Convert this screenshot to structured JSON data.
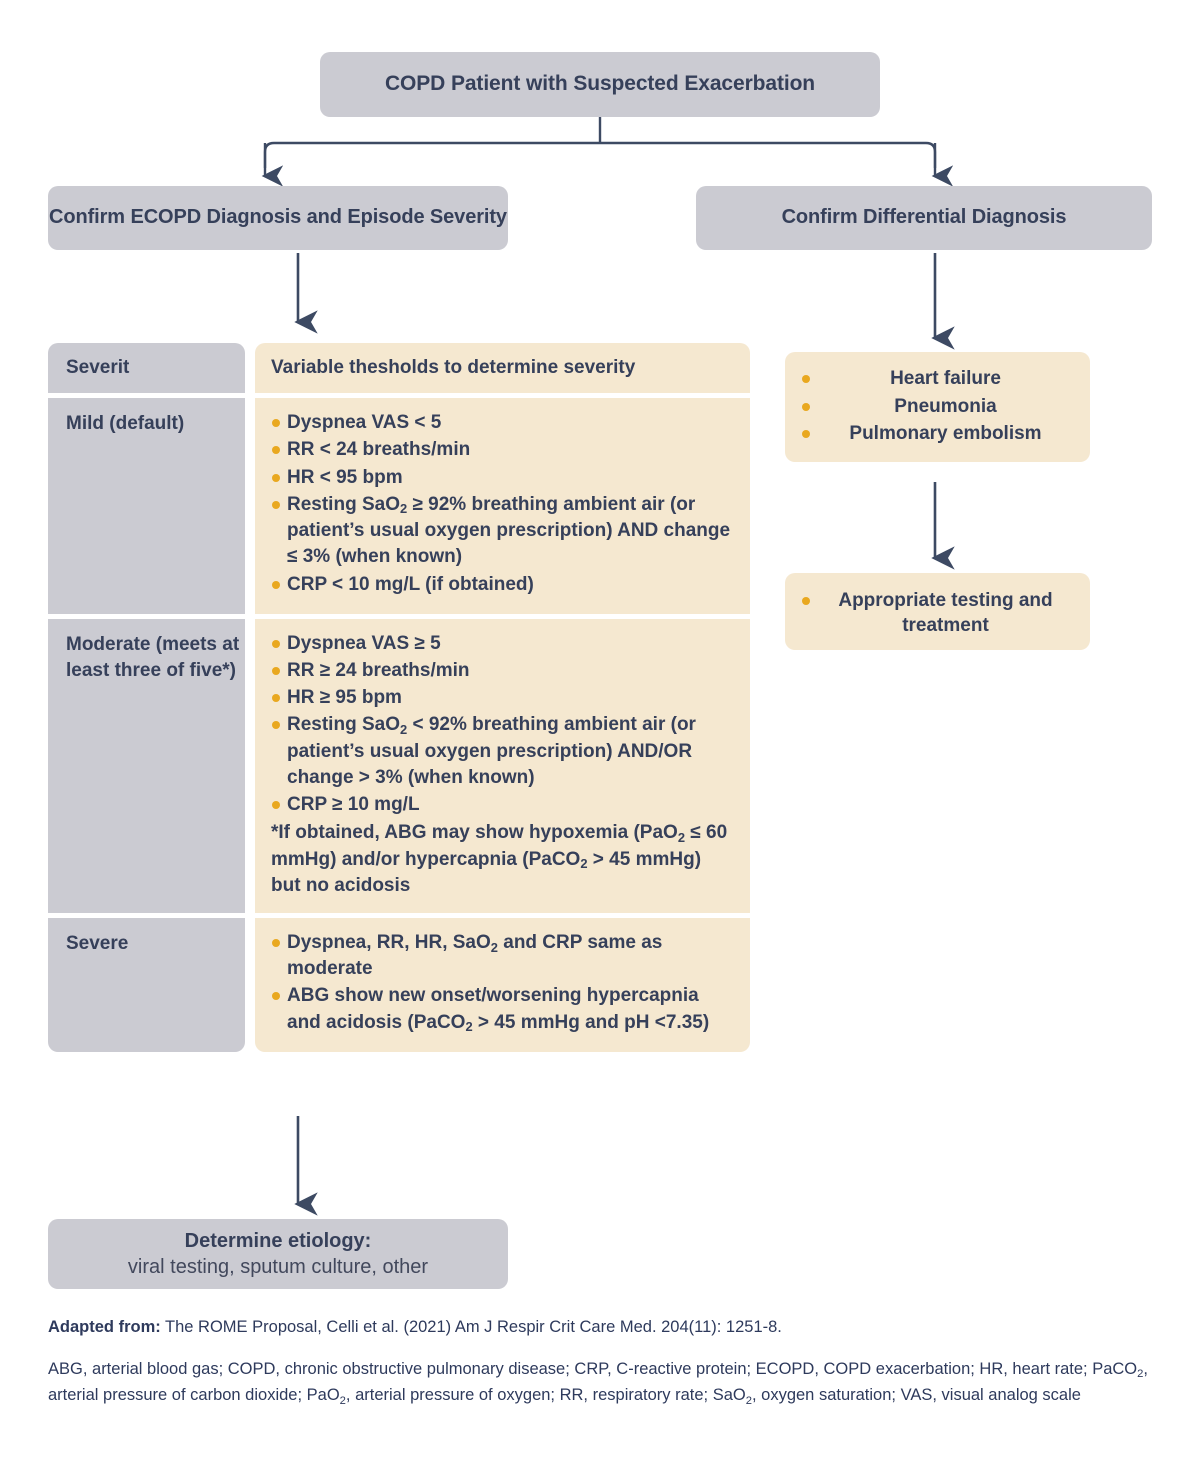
{
  "colors": {
    "grey_box": "#cbcbd2",
    "cream_box": "#f5e8d0",
    "text_navy": "#36405a",
    "bullet_gold": "#e9a81f",
    "connector": "#3d4a63"
  },
  "root": {
    "label": "COPD Patient with Suspected Exacerbation"
  },
  "branches": {
    "left": {
      "label": "Confirm ECOPD Diagnosis and Episode Severity"
    },
    "right": {
      "label": "Confirm Differential Diagnosis"
    }
  },
  "severity_table": {
    "header": {
      "label": "Severit",
      "body": "Variable thesholds to determine severity"
    },
    "rows": [
      {
        "label": "Mild (default)",
        "bullets": [
          "Dyspnea VAS < 5",
          "RR < 24 breaths/min",
          "HR < 95 bpm",
          "Resting SaO<sub>2</sub> ≥ 92% breathing ambient air (or patient’s usual oxygen prescription) AND change ≤ 3% (when known)",
          "CRP < 10 mg/L (if obtained)"
        ],
        "note": ""
      },
      {
        "label": "Moderate (meets at least three of five*)",
        "bullets": [
          "Dyspnea VAS  ≥ 5",
          "RR ≥ 24 breaths/min",
          "HR ≥ 95 bpm",
          "Resting SaO<sub>2</sub> < 92% breathing ambient air (or patient’s usual oxygen prescription) AND/OR change > 3% (when known)",
          "CRP ≥ 10 mg/L"
        ],
        "note": "*If obtained, ABG may show hypoxemia (PaO<sub>2</sub> ≤ 60 mmHg) and/or hypercapnia (PaCO<sub>2</sub> > 45 mmHg) but no acidosis"
      },
      {
        "label": "Severe",
        "bullets": [
          "Dyspnea, RR, HR, SaO<sub>2</sub> and CRP same as moderate",
          "ABG show new onset/worsening hypercapnia and acidosis (PaCO<sub>2</sub> > 45 mmHg and pH <7.35)"
        ],
        "note": ""
      }
    ]
  },
  "differential_box": {
    "bullets": [
      "Heart failure",
      "Pneumonia",
      "Pulmonary embolism"
    ]
  },
  "testing_box": {
    "bullets": [
      "Appropriate testing and treatment"
    ]
  },
  "etiology": {
    "title": "Determine etiology:",
    "subtitle": "viral testing, sputum culture, other"
  },
  "footnotes": {
    "source_label": "Adapted from:",
    "source_text": " The ROME Proposal, Celli et al. (2021) Am J Respir Crit Care Med. 204(11): 1251-8.",
    "abbreviations": "ABG, arterial blood gas; COPD, chronic obstructive pulmonary disease; CRP, C-reactive protein; ECOPD, COPD exacerbation; HR, heart rate; PaCO<sub>2</sub>, arterial pressure of carbon dioxide; PaO<sub>2</sub>, arterial pressure of oxygen; RR, respiratory rate; SaO<sub>2</sub>, oxygen saturation; VAS, visual analog scale"
  }
}
